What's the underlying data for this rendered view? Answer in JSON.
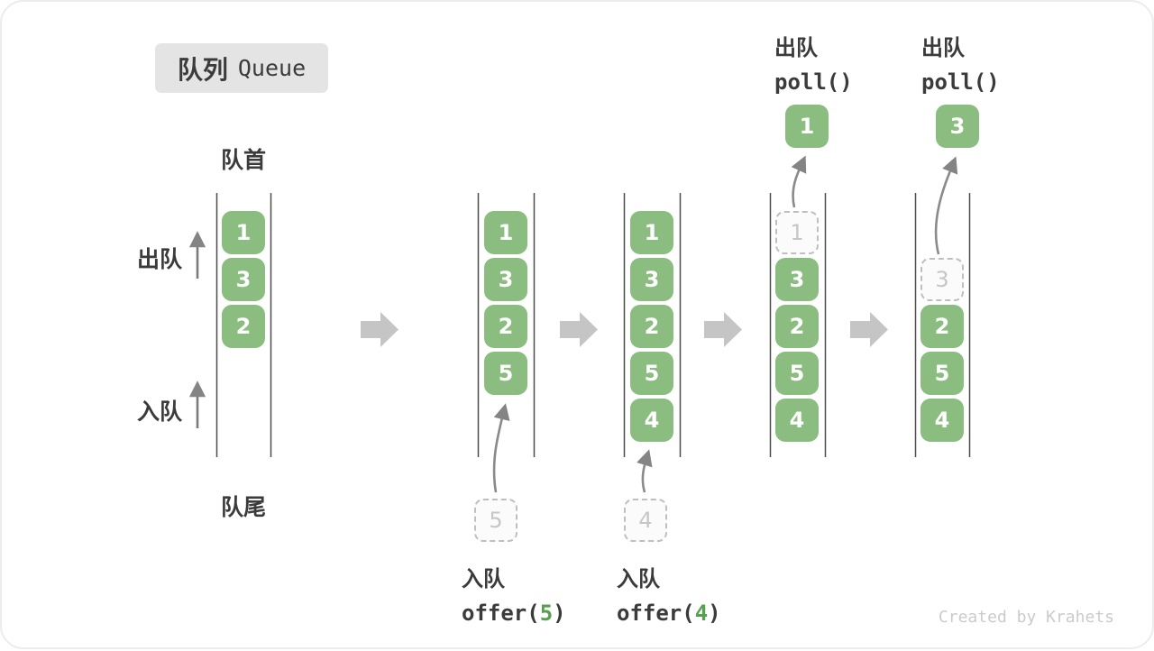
{
  "title": {
    "badge_zh": "队列",
    "badge_en": "Queue"
  },
  "side_labels": {
    "front": "队首",
    "rear": "队尾",
    "dequeue": "出队",
    "enqueue": "入队"
  },
  "watermark": "Created by Krahets",
  "colors": {
    "box_green": "#8bbd80",
    "code_arg_green": "#56a04e",
    "badge_bg": "#e4e4e4",
    "ghost_gray": "#bfbfbf",
    "block_arrow_gray": "#c5c5c5",
    "flow_arrow_gray": "#8a8a8a",
    "text_dark": "#3b3b3b",
    "queue_line": "#4c4c4c"
  },
  "queues": [
    {
      "name": "state-initial",
      "slots": {
        "0": "1",
        "1": "3",
        "2": "2"
      }
    },
    {
      "name": "state-after-offer-5",
      "slots": {
        "0": "1",
        "1": "3",
        "2": "2",
        "3": "5"
      },
      "staged_value": "5",
      "caption": {
        "op": "入队",
        "fn_pre": "offer(",
        "fn_arg": "5",
        "fn_post": ")"
      }
    },
    {
      "name": "state-after-offer-4",
      "slots": {
        "0": "1",
        "1": "3",
        "2": "2",
        "3": "5",
        "4": "4"
      },
      "staged_value": "4",
      "caption": {
        "op": "入队",
        "fn_pre": "offer(",
        "fn_arg": "4",
        "fn_post": ")"
      }
    },
    {
      "name": "state-after-poll-1",
      "ghost_value": "1",
      "slots": {
        "1": "3",
        "2": "2",
        "3": "5",
        "4": "4"
      },
      "popped_value": "1",
      "caption": {
        "op": "出队",
        "fn": "poll()"
      }
    },
    {
      "name": "state-after-poll-3",
      "ghost_value": "3",
      "slots": {
        "2": "2",
        "3": "5",
        "4": "4"
      },
      "popped_value": "3",
      "caption": {
        "op": "出队",
        "fn": "poll()"
      }
    }
  ]
}
